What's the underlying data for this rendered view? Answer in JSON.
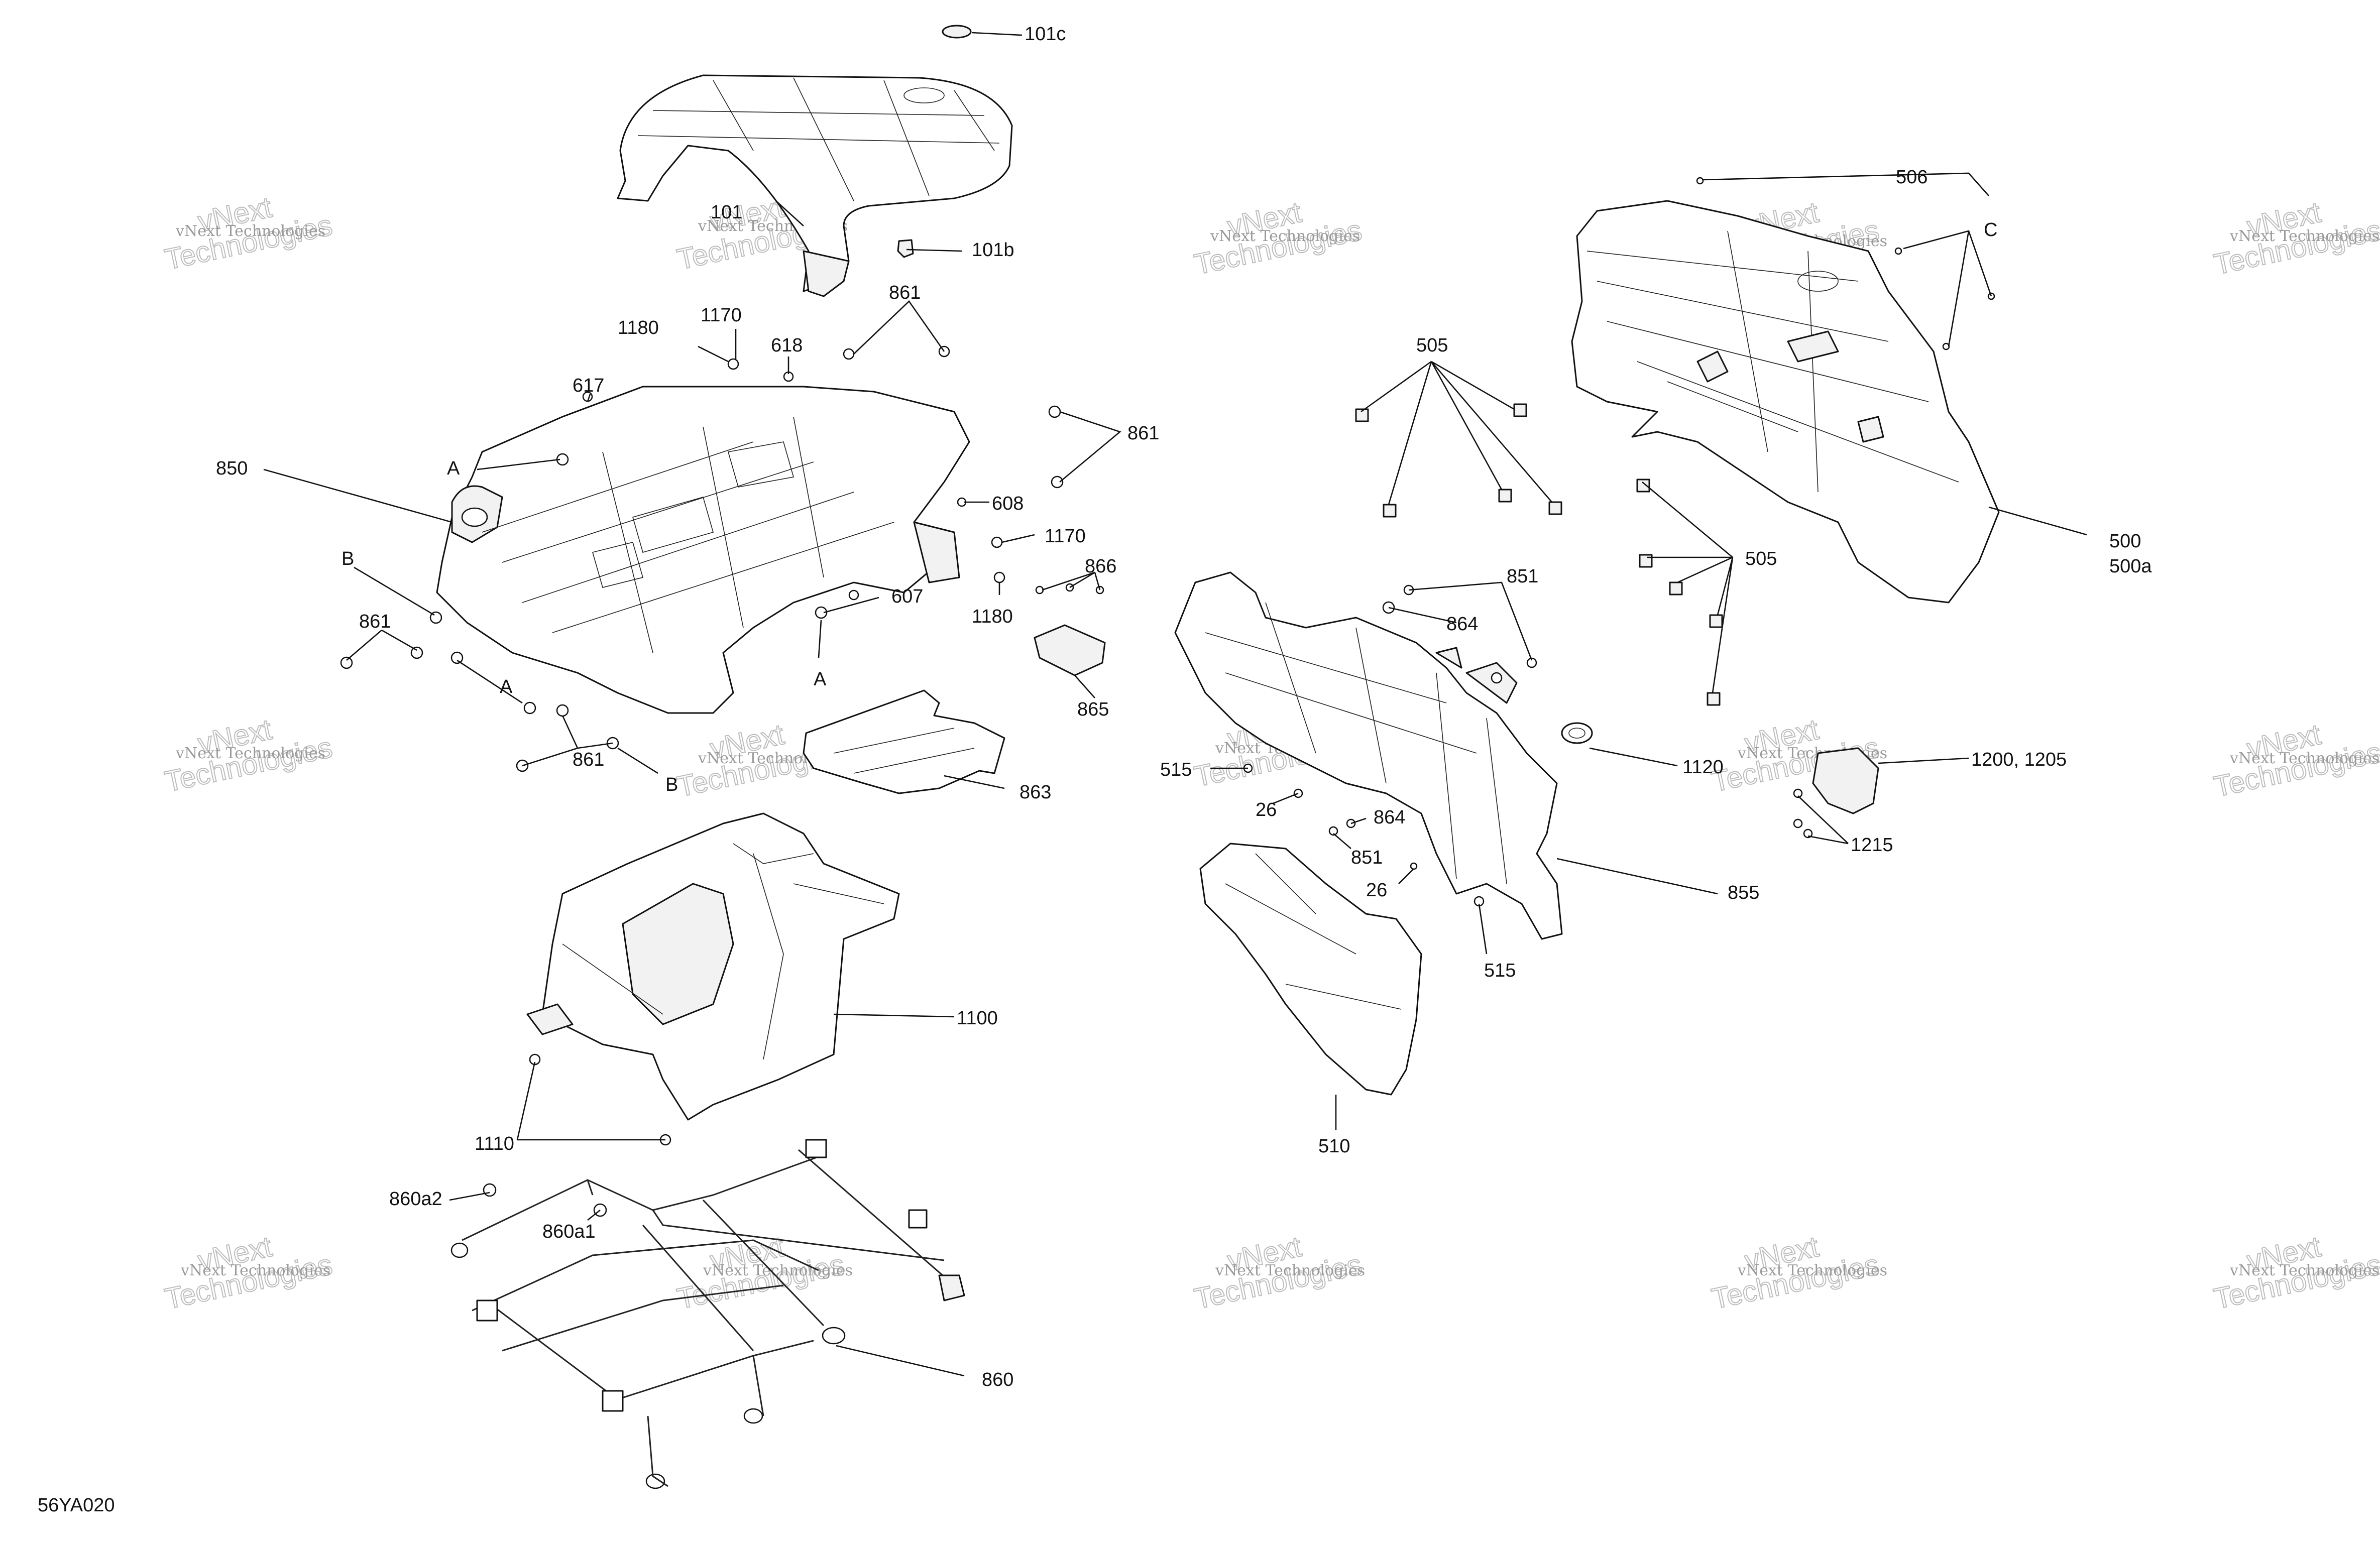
{
  "diagram_code": "56YA020",
  "watermark": {
    "line1": "vNext Technologies",
    "line2a": "vNext",
    "line2b": "Technologies"
  },
  "callouts": [
    "101c",
    "101",
    "101b",
    "861",
    "1170",
    "1180",
    "618",
    "617",
    "A",
    "850",
    "861",
    "608",
    "1170",
    "B",
    "607",
    "866",
    "1180",
    "861",
    "A",
    "865",
    "A",
    "861",
    "B",
    "863",
    "1100",
    "1110",
    "860a2",
    "860a1",
    "860",
    "506",
    "C",
    "505",
    "500",
    "500a",
    "505",
    "851",
    "864",
    "1120",
    "515",
    "26",
    "864",
    "851",
    "26",
    "1200, 1205",
    "1215",
    "855",
    "515",
    "510"
  ]
}
